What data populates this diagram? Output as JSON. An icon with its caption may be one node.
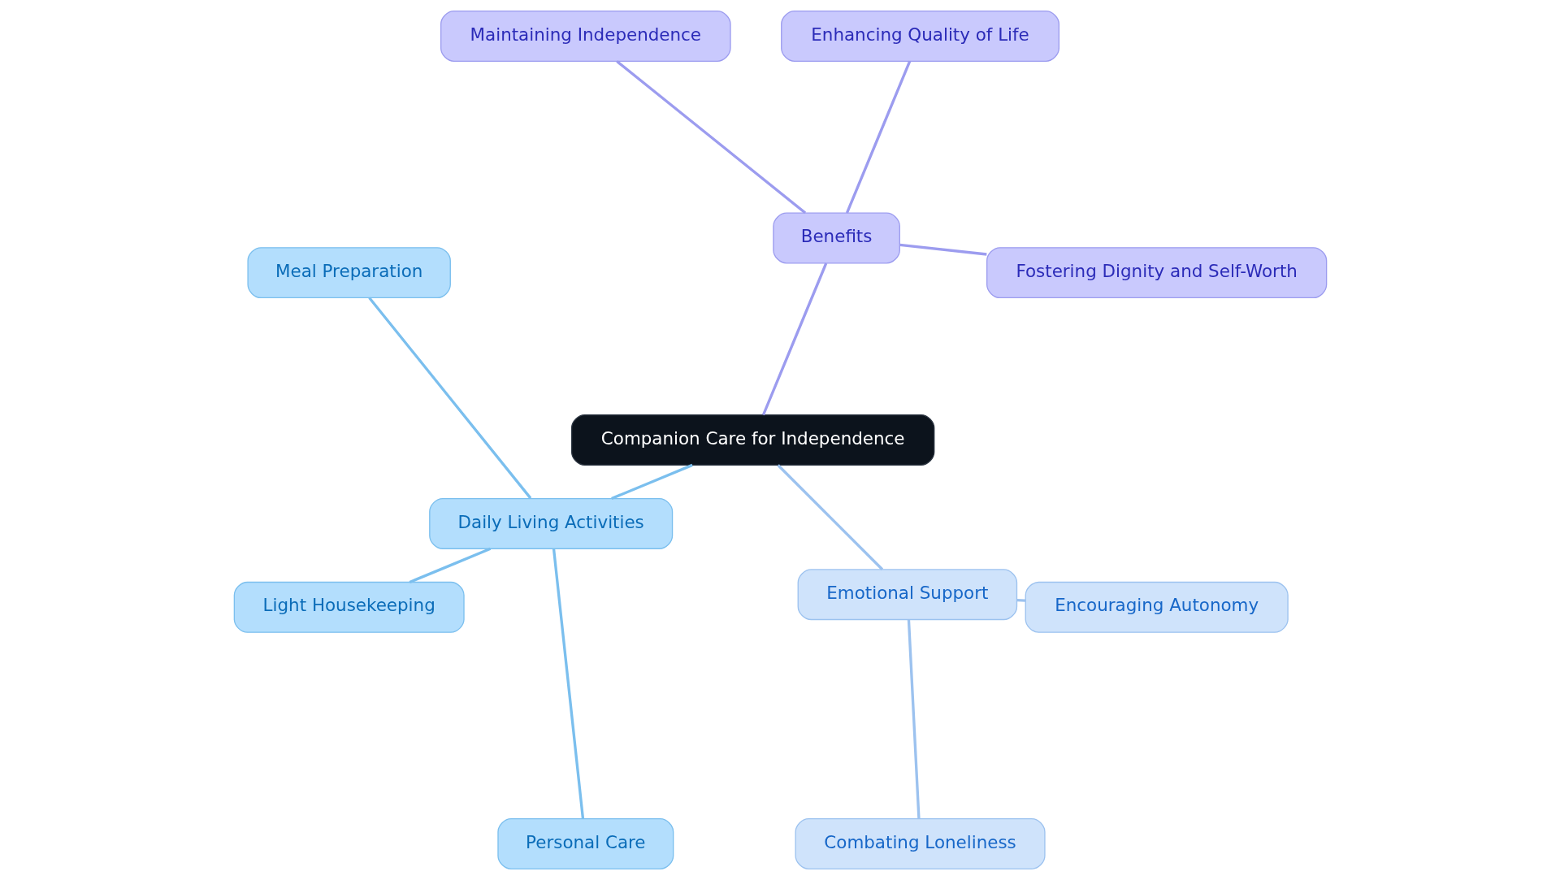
{
  "diagram": {
    "nodes": [
      {
        "text": [
          "Companion Care for Independence"
        ]
      },
      {
        "text": [
          "Benefits"
        ]
      },
      {
        "text": [
          "Fostering Dignity and Self-Worth"
        ]
      },
      {
        "text": [
          "Enhancing Quality of Life"
        ]
      },
      {
        "text": [
          "Maintaining Independence"
        ]
      },
      {
        "text": [
          "Meal Preparation"
        ]
      },
      {
        "text": [
          "Light Housekeeping"
        ]
      },
      {
        "text": [
          "Daily Living Activities"
        ]
      },
      {
        "text": [
          "Personal Care"
        ]
      },
      {
        "text": [
          "Emotional Support"
        ]
      },
      {
        "text": [
          "Combating Loneliness"
        ]
      },
      {
        "text": [
          "Encouraging Autonomy"
        ]
      }
    ],
    "edges": [
      {
        "from": 0,
        "to": 1,
        "arrow": "none",
        "color": "#9c9cef"
      },
      {
        "from": 1,
        "to": 2,
        "arrow": "none",
        "color": "#9c9cef"
      },
      {
        "from": 1,
        "to": 3,
        "arrow": "none",
        "color": "#9c9cef"
      },
      {
        "from": 1,
        "to": 4,
        "arrow": "none",
        "color": "#9c9cef"
      },
      {
        "from": 0,
        "to": 7,
        "arrow": "none",
        "color": "#7bbfee"
      },
      {
        "from": 7,
        "to": 5,
        "arrow": "none",
        "color": "#7bbfee"
      },
      {
        "from": 7,
        "to": 6,
        "arrow": "none",
        "color": "#7bbfee"
      },
      {
        "from": 7,
        "to": 8,
        "arrow": "none",
        "color": "#7bbfee"
      },
      {
        "from": 0,
        "to": 9,
        "arrow": "none",
        "color": "#9cc2ef"
      },
      {
        "from": 9,
        "to": 10,
        "arrow": "none",
        "color": "#9cc2ef"
      },
      {
        "from": 9,
        "to": 11,
        "arrow": "none",
        "color": "#9cc2ef"
      }
    ]
  }
}
